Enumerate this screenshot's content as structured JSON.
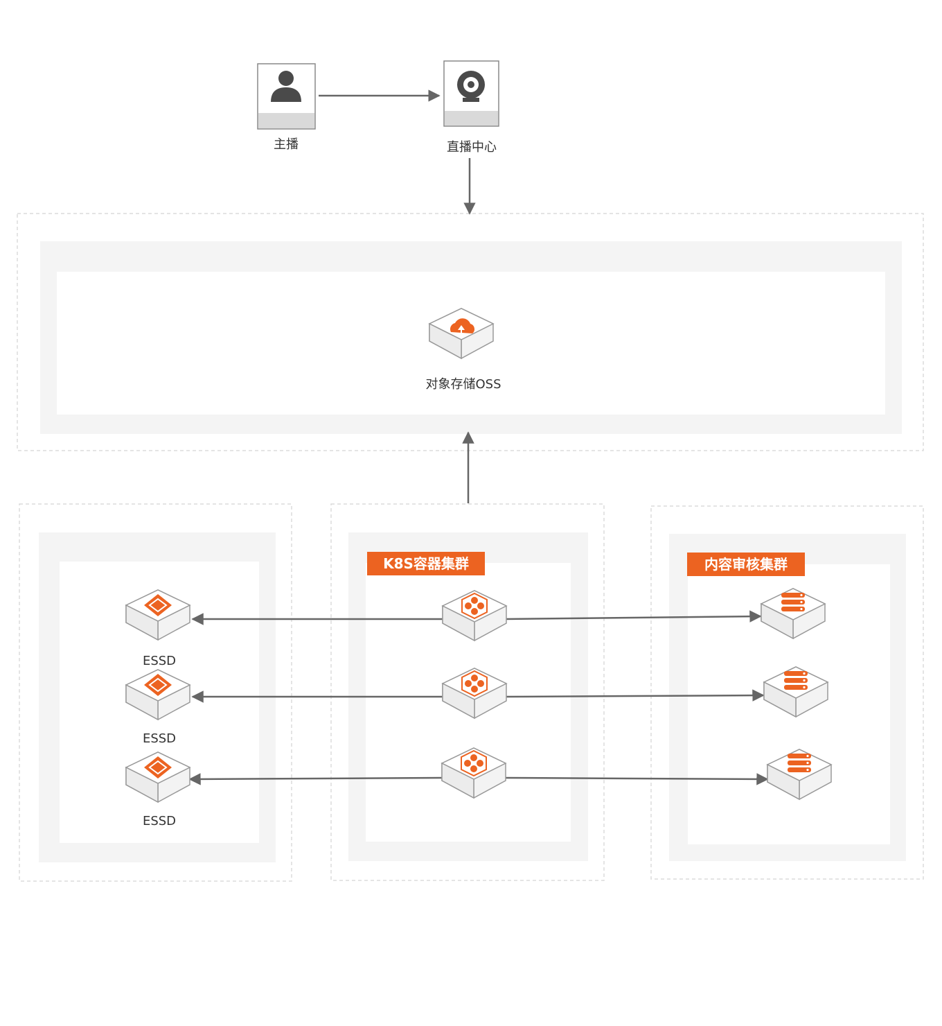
{
  "nodes": {
    "anchor": {
      "label": "主播",
      "icon": "person-icon"
    },
    "live_center": {
      "label": "直播中心",
      "icon": "webcam-icon"
    },
    "oss": {
      "label": "对象存储OSS",
      "icon": "cloud-upload-icon"
    },
    "essd_1": {
      "label": "ESSD",
      "icon": "disk-icon"
    },
    "essd_2": {
      "label": "ESSD",
      "icon": "disk-icon"
    },
    "essd_3": {
      "label": "ESSD",
      "icon": "disk-icon"
    },
    "k8s_nodes": [
      "container-cube-icon",
      "container-cube-icon",
      "container-cube-icon"
    ],
    "review_nodes": [
      "server-stack-icon",
      "server-stack-icon",
      "server-stack-icon"
    ]
  },
  "groups": {
    "k8s": {
      "title": "K8S容器集群"
    },
    "review": {
      "title": "内容审核集群"
    }
  },
  "colors": {
    "accent": "#ec6321",
    "line": "#666666",
    "border": "#dddddd",
    "band": "#f4f4f4"
  }
}
